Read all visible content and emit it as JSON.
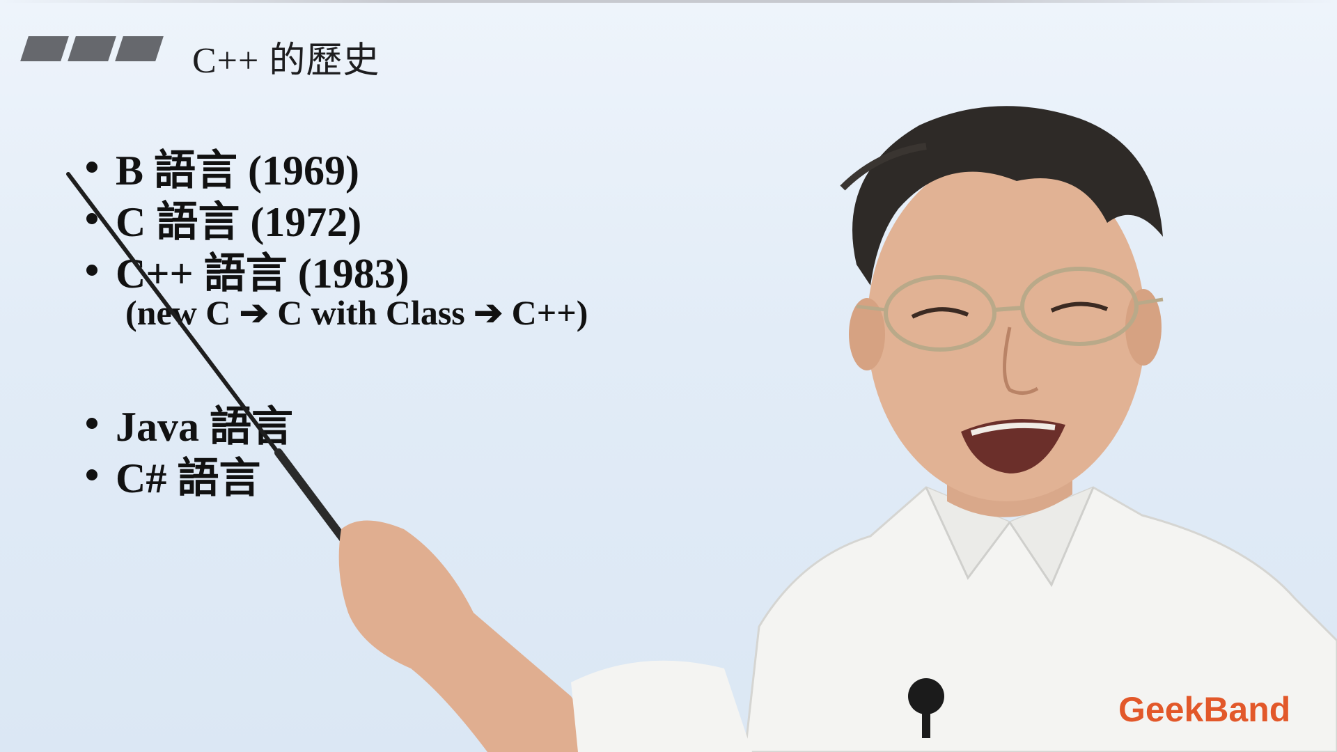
{
  "slide": {
    "title": "C++ 的歷史",
    "bullets": [
      "B 語言 (1969)",
      "C 語言 (1972)",
      "C++ 語言 (1983)",
      "Java 語言",
      "C# 語言"
    ],
    "sub_note": "(new C ➔ C with Class ➔ C++)"
  },
  "watermark": {
    "brand": "GeekBand"
  },
  "colors": {
    "brand": "#e2582a",
    "slide_bg": "#e2ecf7",
    "title_bars": "#66686d"
  }
}
